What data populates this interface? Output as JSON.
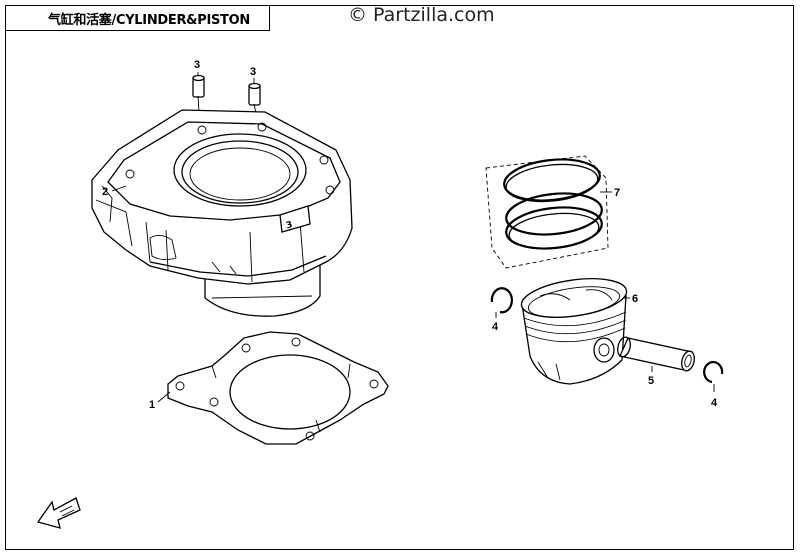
{
  "diagram": {
    "title": "气缸和活塞/CYLINDER&PISTON",
    "watermark": "© Partzilla.com",
    "callouts": [
      {
        "id": "c1",
        "label": "1"
      },
      {
        "id": "c2",
        "label": "2"
      },
      {
        "id": "c3a",
        "label": "3"
      },
      {
        "id": "c3b",
        "label": "3"
      },
      {
        "id": "c4a",
        "label": "4"
      },
      {
        "id": "c4b",
        "label": "4"
      },
      {
        "id": "c5",
        "label": "5"
      },
      {
        "id": "c6",
        "label": "6"
      },
      {
        "id": "c7",
        "label": "7"
      }
    ]
  }
}
